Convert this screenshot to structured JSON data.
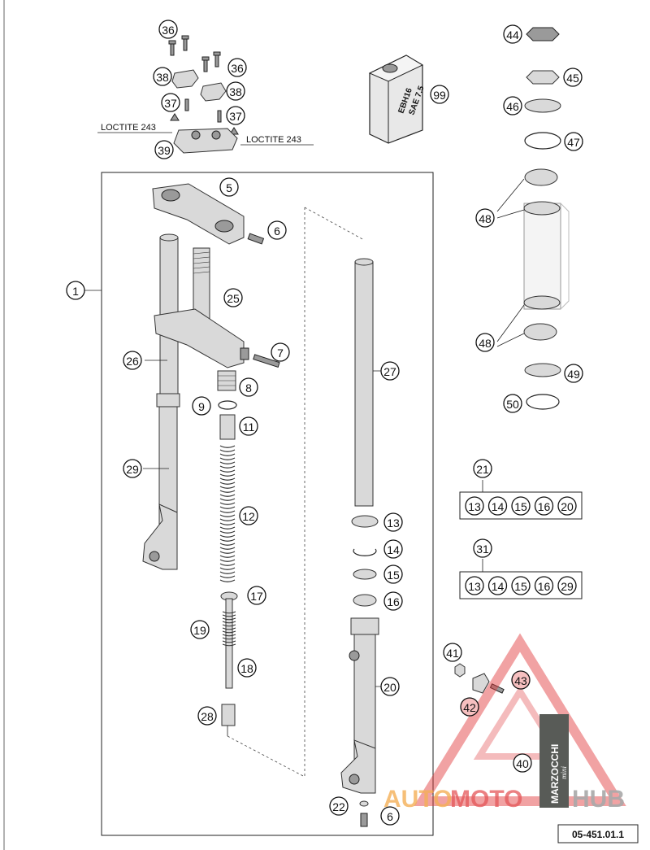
{
  "callouts": {
    "c1": "1",
    "c5": "5",
    "c6a": "6",
    "c6b": "6",
    "c7": "7",
    "c8": "8",
    "c9": "9",
    "c11": "11",
    "c12": "12",
    "c13": "13",
    "c14": "14",
    "c15": "15",
    "c16": "16",
    "c17": "17",
    "c18": "18",
    "c19": "19",
    "c20": "20",
    "c21": "21",
    "c22": "22",
    "c25": "25",
    "c26": "26",
    "c27": "27",
    "c28": "28",
    "c29": "29",
    "c31": "31",
    "c36a": "36",
    "c36b": "36",
    "c37a": "37",
    "c37b": "37",
    "c38a": "38",
    "c38b": "38",
    "c39": "39",
    "c40": "40",
    "c41": "41",
    "c42": "42",
    "c43": "43",
    "c44": "44",
    "c45": "45",
    "c46": "46",
    "c47": "47",
    "c48a": "48",
    "c48b": "48",
    "c49": "49",
    "c50": "50",
    "c99": "99"
  },
  "kit21": {
    "items": [
      "13",
      "14",
      "15",
      "16",
      "20"
    ]
  },
  "kit31": {
    "items": [
      "13",
      "14",
      "15",
      "16",
      "29"
    ]
  },
  "loctite_left": "LOCTITE 243",
  "loctite_right": "LOCTITE 243",
  "oil_can_line1": "EBH16",
  "oil_can_line2": "SAE 7.5",
  "brand_label": "MARZOCCHI",
  "brand_sub": "mini",
  "drawing_number": "05-451.01.1",
  "watermark": {
    "part1": "AUTO",
    "part2": "MOTO",
    "part3": "HUB",
    "color_orange": "#f2a23a",
    "color_red": "#e0393b",
    "color_grey": "#9a9a9a"
  }
}
